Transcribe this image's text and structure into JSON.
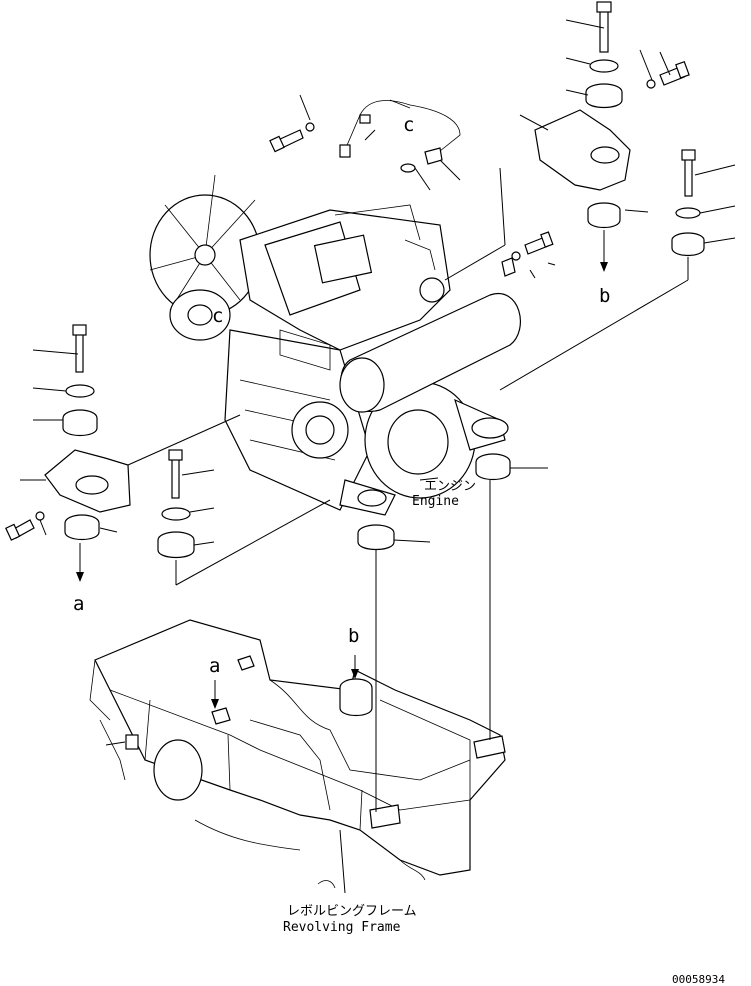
{
  "labels": {
    "engine_jp": "エンジン",
    "engine_en": "Engine",
    "frame_jp": "レボルビングフレーム",
    "frame_en": "Revolving Frame",
    "ref_c1": "c",
    "ref_c2": "c",
    "ref_a1": "a",
    "ref_a2": "a",
    "ref_b1": "b",
    "ref_b2": "b",
    "drawing_number": "00058934"
  }
}
